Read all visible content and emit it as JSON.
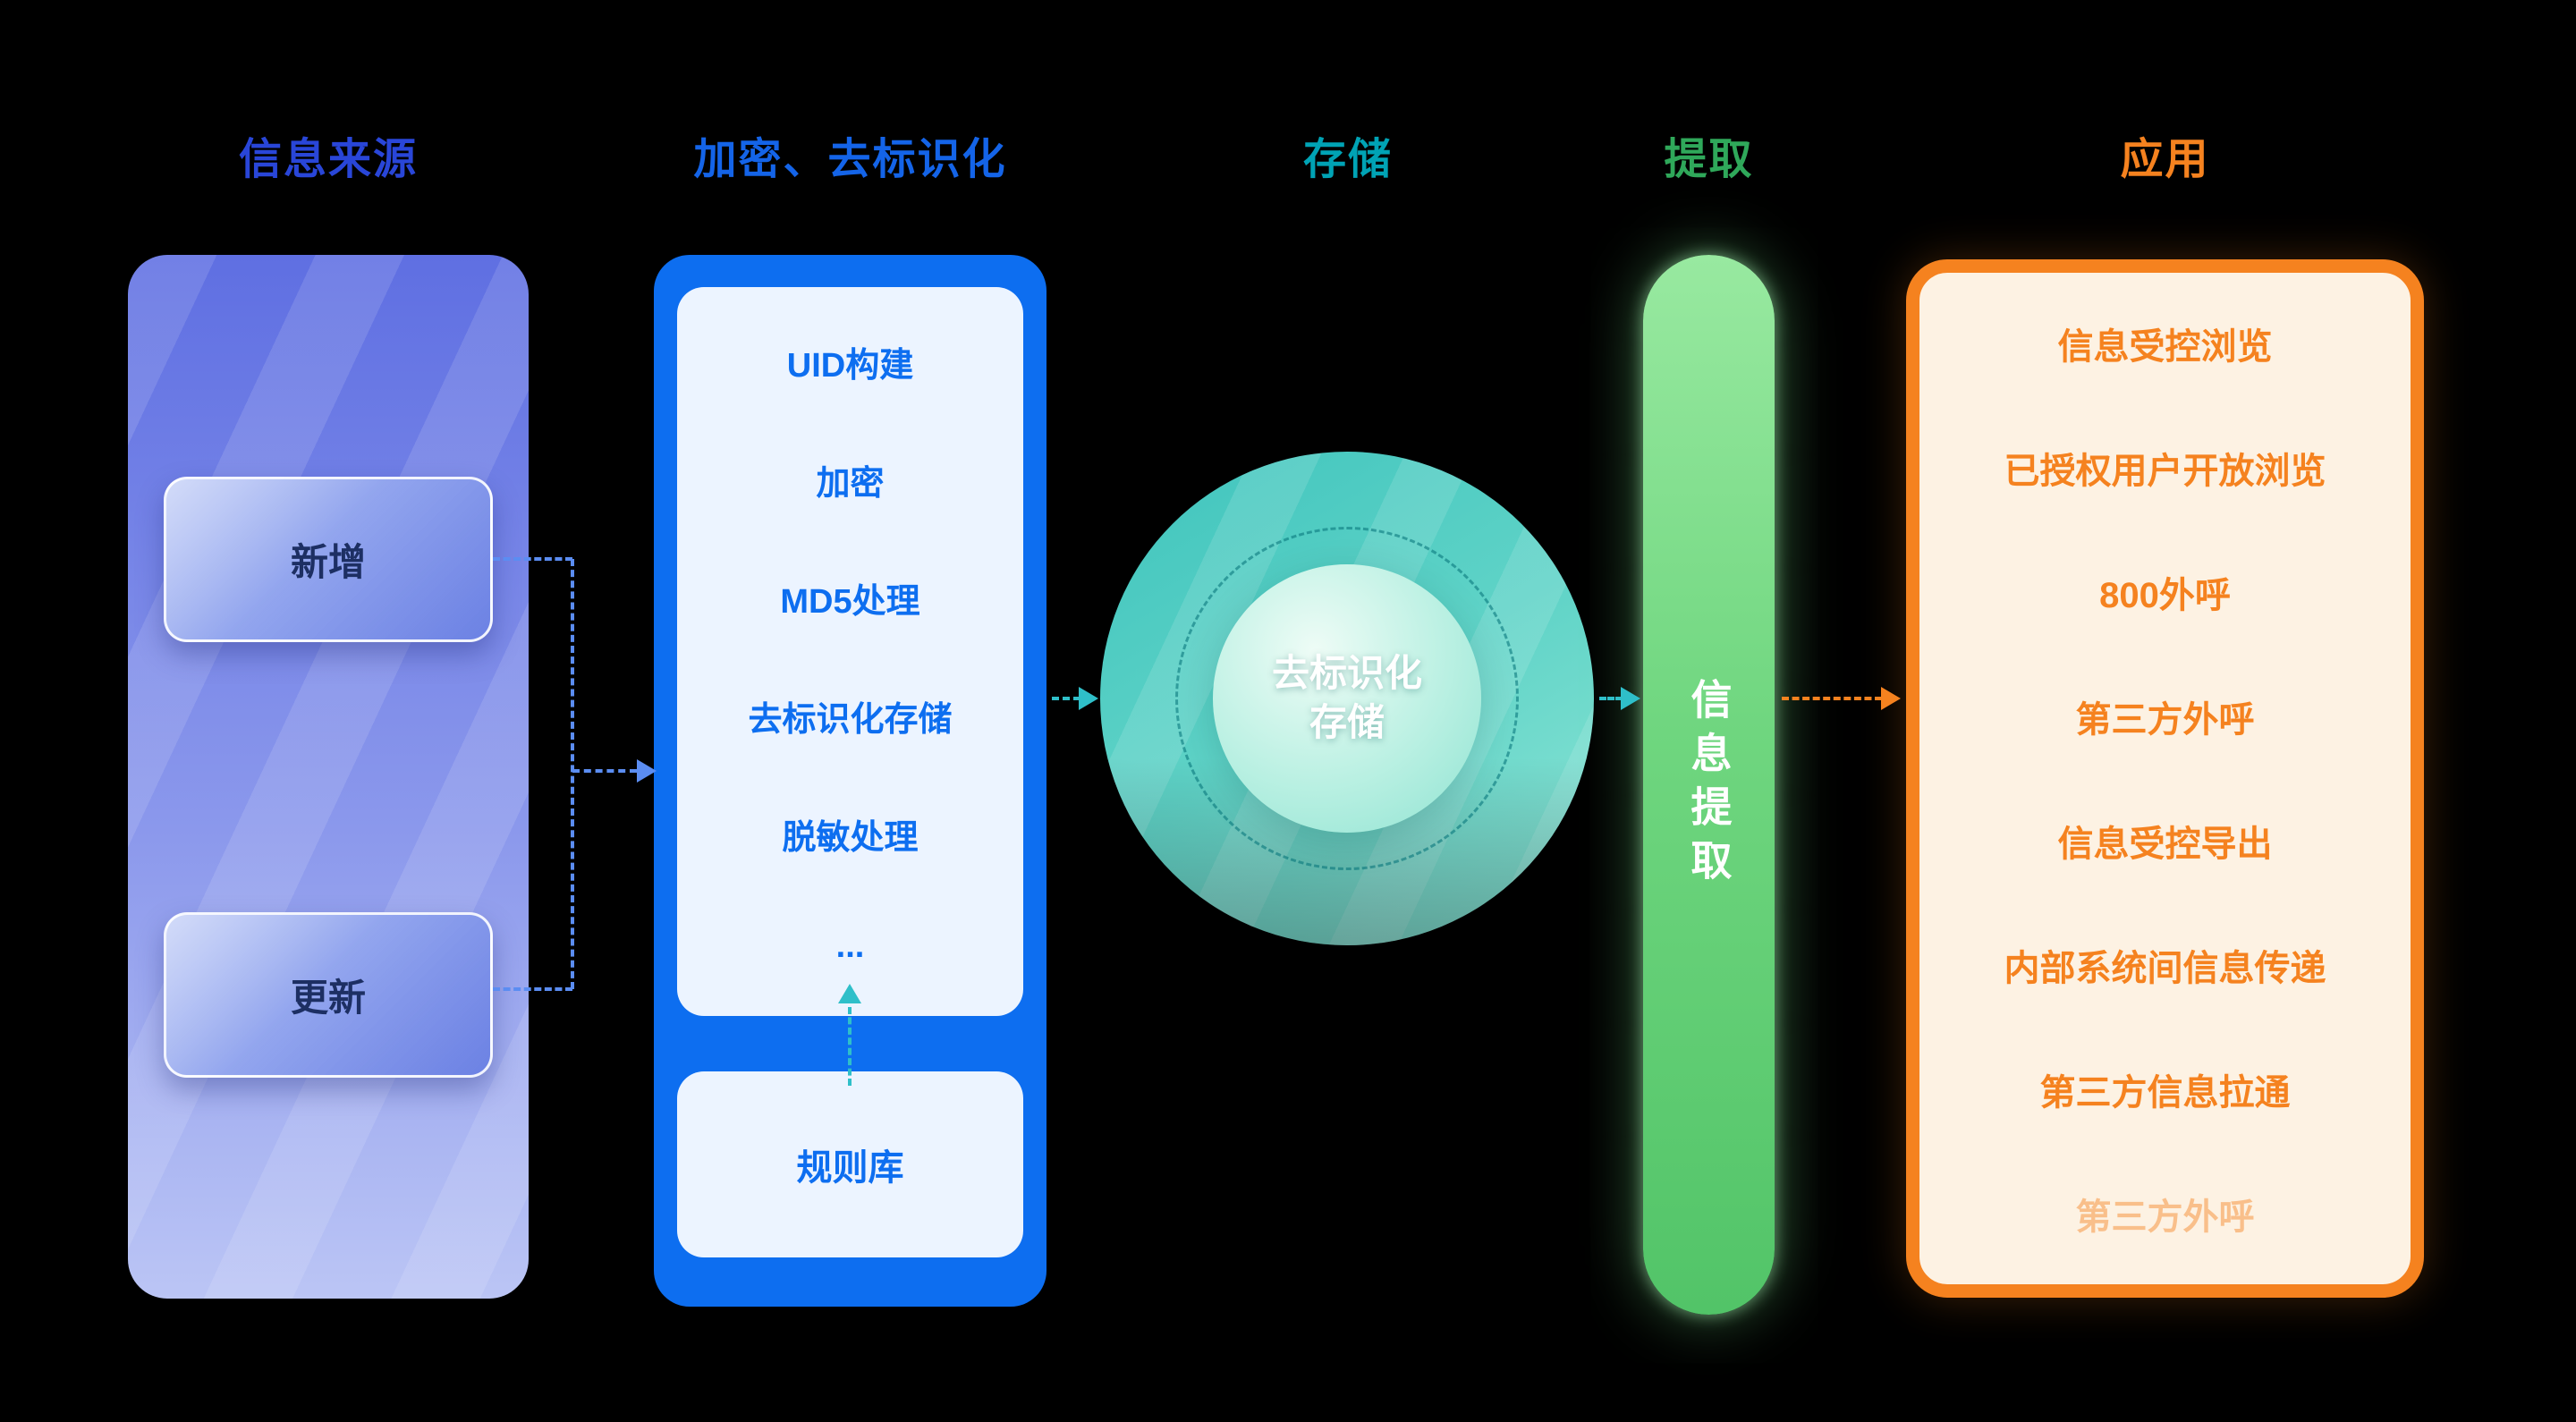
{
  "headers": [
    {
      "label": "信息来源",
      "color": "#2946d8"
    },
    {
      "label": "加密、去标识化",
      "color": "#1464e8"
    },
    {
      "label": "存储",
      "color": "#00a3b5"
    },
    {
      "label": "提取",
      "color": "#2fa85a"
    },
    {
      "label": "应用",
      "color": "#f5821f"
    }
  ],
  "source": {
    "items": [
      {
        "label": "新增"
      },
      {
        "label": "更新"
      }
    ]
  },
  "encryption": {
    "steps": [
      "UID构建",
      "加密",
      "MD5处理",
      "去标识化存储",
      "脱敏处理",
      "..."
    ],
    "rule_library_label": "规则库"
  },
  "storage": {
    "label_line1": "去标识化",
    "label_line2": "存储"
  },
  "extraction": {
    "label": "信息提取"
  },
  "application": {
    "items": [
      "信息受控浏览",
      "已授权用户开放浏览",
      "800外呼",
      "第三方外呼",
      "信息受控导出",
      "内部系统间信息传递",
      "第三方信息拉通",
      "第三方外呼"
    ]
  },
  "colors": {
    "source_panel": "#7b8bea",
    "encryption_panel": "#0d6ef0",
    "storage_circle": "#52ccc2",
    "extraction_bar": "#6fd67f",
    "application_border": "#f5821f",
    "connector_blue": "#5b8df2",
    "connector_teal": "#2fbfc9",
    "connector_orange": "#f5821f"
  }
}
